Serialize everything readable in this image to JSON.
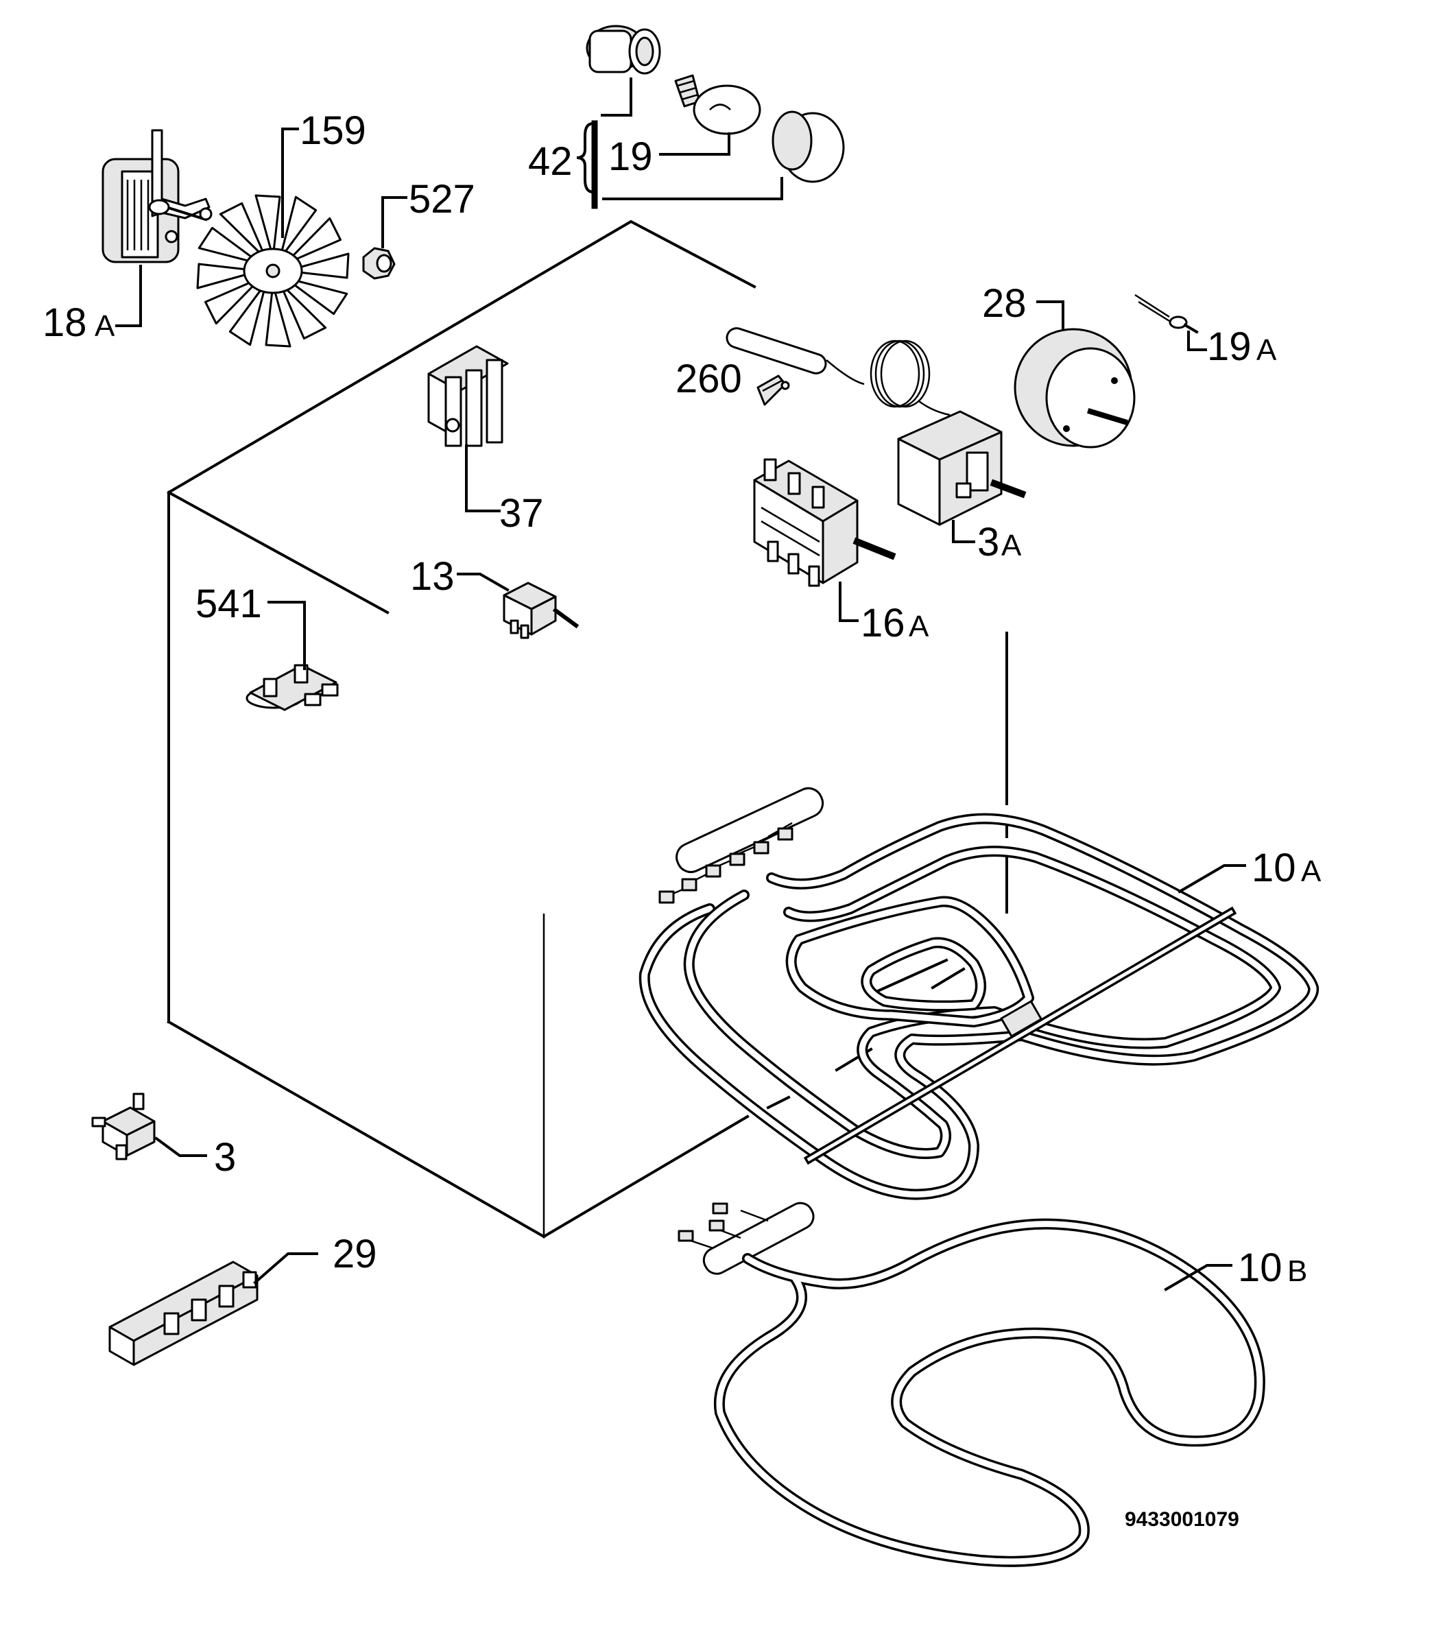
{
  "labels": {
    "l18a": "18",
    "l18a_suffix": "A",
    "l159": "159",
    "l527": "527",
    "l42": "42",
    "l19": "19",
    "l28": "28",
    "l19a": "19",
    "l19a_suffix": "A",
    "l260": "260",
    "l37": "37",
    "l3a": "3",
    "l3a_suffix": "A",
    "l13": "13",
    "l16a": "16",
    "l16a_suffix": "A",
    "l541": "541",
    "l10a": "10",
    "l10a_suffix": "A",
    "l3": "3",
    "l29": "29",
    "l10b": "10",
    "l10b_suffix": "B"
  },
  "document_number": "9433001079"
}
